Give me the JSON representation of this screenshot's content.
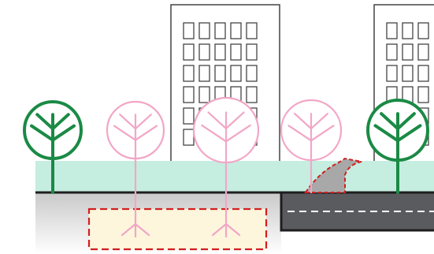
{
  "scene": {
    "buildings": [
      {
        "id": "building-center",
        "window_cols": 5,
        "window_rows": 6
      },
      {
        "id": "building-right",
        "window_cols": 3,
        "window_rows": 6
      }
    ],
    "trees": [
      {
        "id": "tree-green-left",
        "kind": "existing",
        "color": "#1a8a45"
      },
      {
        "id": "tree-pink-1",
        "kind": "proposed",
        "color": "#f2a6c6",
        "roots": false
      },
      {
        "id": "tree-pink-2",
        "kind": "proposed",
        "color": "#f2a6c6",
        "roots": true
      },
      {
        "id": "tree-pink-3",
        "kind": "proposed",
        "color": "#f2a6c6",
        "roots": true
      },
      {
        "id": "tree-pink-4",
        "kind": "proposed",
        "color": "#f2a6c6",
        "roots": false
      },
      {
        "id": "tree-green-right",
        "kind": "existing",
        "color": "#1a8a45"
      }
    ],
    "colors": {
      "grass_strip": "#c5ede0",
      "sidewalk_top": "#c9c9c9",
      "road": "#5a5b5e",
      "root_zone_fill": "#fdf6dc",
      "root_zone_border": "#d21f1f",
      "ground_line": "#1e1e1e",
      "curb_ramp": "#a8a8a8"
    }
  }
}
